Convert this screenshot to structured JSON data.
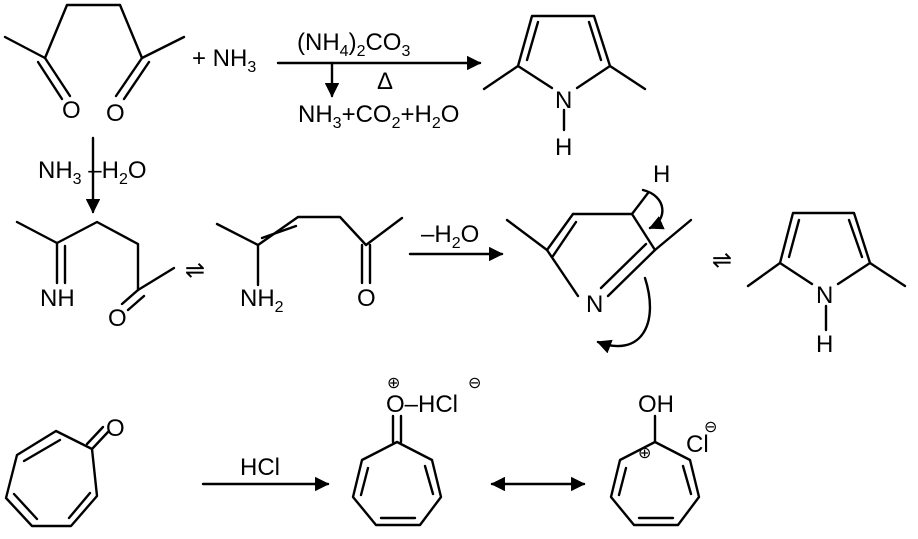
{
  "reaction1": {
    "reagent_plus": "+ NH",
    "reagent_sub": "3",
    "condition_top": {
      "a": "(NH",
      "a_sub": "4",
      "b": ")",
      "b_sub": "2",
      "c": "CO",
      "c_sub": "3"
    },
    "condition_delta": "Δ",
    "byproducts": {
      "a": "NH",
      "a_sub": "3",
      "b": "+CO",
      "b_sub": "2",
      "c": "+H",
      "c_sub": "2",
      "d": "O"
    },
    "diketone_o1": "O",
    "diketone_o2": "O",
    "pyrrole_n": "N",
    "pyrrole_h": "H"
  },
  "mechanism": {
    "step1": {
      "a": "NH",
      "a_sub": "3",
      "b": " –H",
      "b_sub": "2",
      "c": "O"
    },
    "imine_n": "NH",
    "imine_o": "O",
    "enamine_n": "NH",
    "enamine_n_sub": "2",
    "enamine_o": "O",
    "step2": {
      "a": "–H",
      "a_sub": "2",
      "b": "O"
    },
    "cyclization_h": "H",
    "cyclization_n": "N",
    "equilibrium": "⇌",
    "pyrrole2_n": "N",
    "pyrrole2_h": "H"
  },
  "tropone": {
    "ketone_o": "O",
    "reagent": "HCl",
    "oxonium": "O–HCl",
    "plus": "⊕",
    "minus": "⊖",
    "hydroxyl": "OH",
    "counterion": "Cl",
    "ring_plus": "⊕",
    "minus2": "⊖"
  }
}
